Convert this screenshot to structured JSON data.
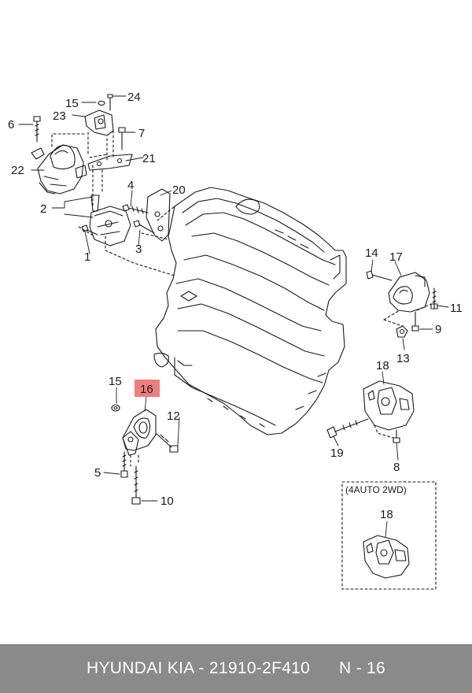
{
  "diagram": {
    "callouts": {
      "c1": "1",
      "c2": "2",
      "c3": "3",
      "c4": "4",
      "c5": "5",
      "c6": "6",
      "c7": "7",
      "c8": "8",
      "c9": "9",
      "c10": "10",
      "c11": "11",
      "c12": "12",
      "c13": "13",
      "c14": "14",
      "c15a": "15",
      "c15b": "15",
      "c16": "16",
      "c17": "17",
      "c18a": "18",
      "c18b": "18",
      "c19": "19",
      "c20": "20",
      "c21": "21",
      "c22": "22",
      "c23": "23",
      "c24": "24"
    },
    "highlight_color": "#ef7d7d",
    "inset_label": "(4AUTO 2WD)"
  },
  "footer": {
    "brand_part": "HYUNDAI KIA - 21910-2F410",
    "position_label": "N - 16"
  }
}
